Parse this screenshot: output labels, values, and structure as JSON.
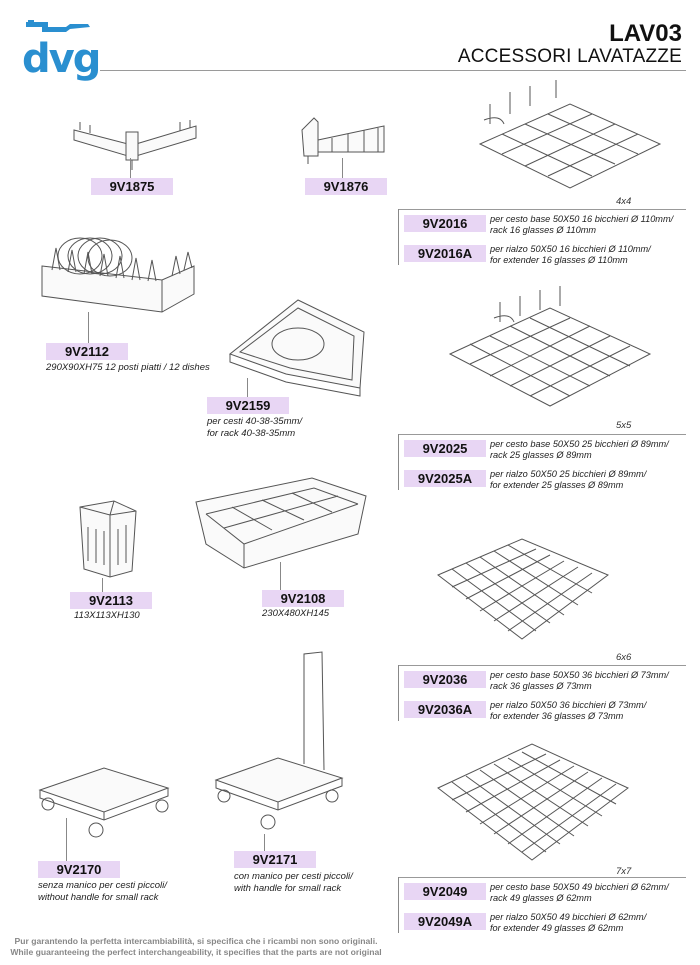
{
  "header": {
    "logo": "dvg",
    "code": "LAV03",
    "title": "ACCESSORI LAVATAZZE"
  },
  "products": {
    "p1875": {
      "code": "9V1875"
    },
    "p1876": {
      "code": "9V1876"
    },
    "p2112": {
      "code": "9V2112",
      "note": "290X90XH75 12 posti piatti / 12 dishes"
    },
    "p2159": {
      "code": "9V2159",
      "note1": "per cesti 40-38-35mm/",
      "note2": "for rack 40-38-35mm"
    },
    "p2113": {
      "code": "9V2113",
      "note": "113X113XH130"
    },
    "p2108": {
      "code": "9V2108",
      "note": "230X480XH145"
    },
    "p2170": {
      "code": "9V2170",
      "note1": "senza manico per cesti piccoli/",
      "note2": "without handle for small rack"
    },
    "p2171": {
      "code": "9V2171",
      "note1": "con manico per cesti piccoli/",
      "note2": "with handle for small rack"
    }
  },
  "grids": [
    {
      "label": "4x4",
      "rows": [
        {
          "code": "9V2016",
          "l1": "per cesto base 50X50 16 bicchieri Ø 110mm/",
          "l2": "rack 16 glasses Ø 110mm"
        },
        {
          "code": "9V2016A",
          "l1": "per rialzo 50X50 16 bicchieri Ø 110mm/",
          "l2": "for extender 16 glasses Ø 110mm"
        }
      ]
    },
    {
      "label": "5x5",
      "rows": [
        {
          "code": "9V2025",
          "l1": "per cesto base 50X50 25 bicchieri Ø 89mm/",
          "l2": "rack 25 glasses Ø 89mm"
        },
        {
          "code": "9V2025A",
          "l1": "per rialzo 50X50 25 bicchieri Ø 89mm/",
          "l2": "for extender 25 glasses Ø 89mm"
        }
      ]
    },
    {
      "label": "6x6",
      "rows": [
        {
          "code": "9V2036",
          "l1": "per cesto base 50X50 36 bicchieri Ø 73mm/",
          "l2": "rack 36 glasses Ø 73mm"
        },
        {
          "code": "9V2036A",
          "l1": "per rialzo 50X50 36 bicchieri Ø 73mm/",
          "l2": "for extender 36 glasses Ø 73mm"
        }
      ]
    },
    {
      "label": "7x7",
      "rows": [
        {
          "code": "9V2049",
          "l1": "per cesto base 50X50 49 bicchieri Ø 62mm/",
          "l2": "rack 49 glasses Ø 62mm"
        },
        {
          "code": "9V2049A",
          "l1": "per rialzo 50X50 49 bicchieri Ø 62mm/",
          "l2": "for extender 49 glasses Ø 62mm"
        }
      ]
    }
  ],
  "footer": {
    "line1": "Pur garantendo la perfetta intercambiabilità, si specifica che i ricambi non sono originali.",
    "line2": "While guaranteeing the perfect interchangeability, it specifies that the parts are not original"
  }
}
